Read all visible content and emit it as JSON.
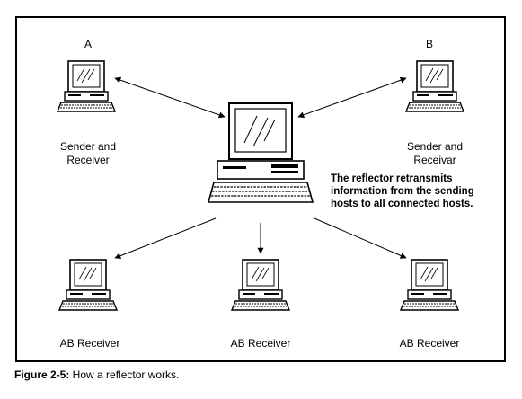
{
  "nodes": {
    "a": {
      "letter": "A",
      "label": "Sender and\nReceiver"
    },
    "b": {
      "letter": "B",
      "label": "Sender and\nReceivar"
    },
    "r1": {
      "label": "AB Receiver"
    },
    "r2": {
      "label": "AB Receiver"
    },
    "r3": {
      "label": "AB Receiver"
    }
  },
  "note": "The reflector retransmits\ninformation from the sending\nhosts to all connected hosts.",
  "caption": {
    "figure": "Figure 2-5:",
    "text": " How a reflector works."
  }
}
